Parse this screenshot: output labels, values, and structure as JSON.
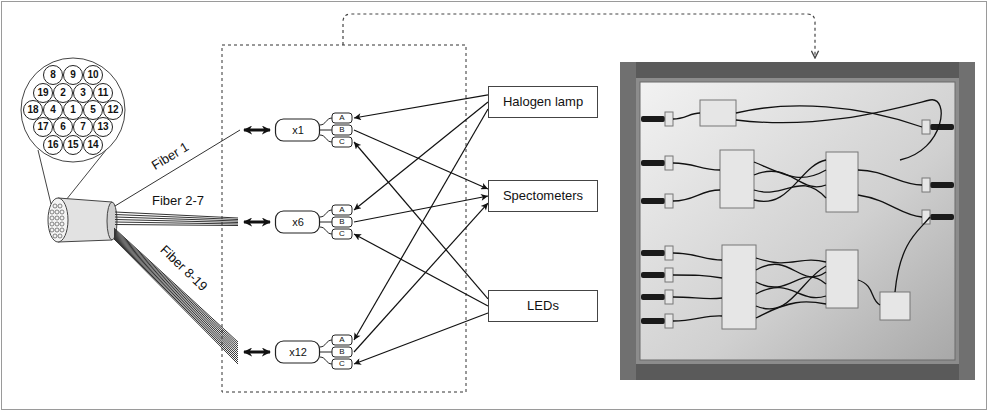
{
  "diagram": {
    "nodes": [
      {
        "text": [
          "8"
        ]
      },
      {
        "text": [
          "9"
        ]
      },
      {
        "text": [
          "10"
        ]
      },
      {
        "text": [
          "19"
        ]
      },
      {
        "text": [
          "2"
        ]
      },
      {
        "text": [
          "3"
        ]
      },
      {
        "text": [
          "11"
        ]
      },
      {
        "text": [
          "18"
        ]
      },
      {
        "text": [
          "4"
        ]
      },
      {
        "text": [
          "1"
        ]
      },
      {
        "text": [
          "5"
        ]
      },
      {
        "text": [
          "12"
        ]
      },
      {
        "text": [
          "17"
        ]
      },
      {
        "text": [
          "6"
        ]
      },
      {
        "text": [
          "7"
        ]
      },
      {
        "text": [
          "13"
        ]
      },
      {
        "text": [
          "16"
        ]
      },
      {
        "text": [
          "15"
        ]
      },
      {
        "text": [
          "14"
        ]
      },
      {
        "text": [
          "x1"
        ]
      },
      {
        "text": [
          "x6"
        ]
      },
      {
        "text": [
          "x12"
        ]
      },
      {
        "text": [
          "Halogen lamp"
        ]
      },
      {
        "text": [
          "Spectometers"
        ]
      },
      {
        "text": [
          "LEDs"
        ]
      }
    ],
    "edges": [
      {
        "from": 22,
        "to": 19,
        "arrow": "to"
      },
      {
        "from": 22,
        "to": 20,
        "arrow": "to"
      },
      {
        "from": 22,
        "to": 21,
        "arrow": "to"
      },
      {
        "from": 19,
        "to": 23,
        "arrow": "to"
      },
      {
        "from": 20,
        "to": 23,
        "arrow": "to"
      },
      {
        "from": 21,
        "to": 23,
        "arrow": "to"
      },
      {
        "from": 24,
        "to": 19,
        "arrow": "to"
      },
      {
        "from": 24,
        "to": 20,
        "arrow": "to"
      },
      {
        "from": 24,
        "to": 21,
        "arrow": "to"
      }
    ],
    "labels": [
      "Fiber 1",
      "Fiber 2-7",
      "Fiber 8-19",
      "A",
      "B",
      "C",
      "A",
      "B",
      "C",
      "A",
      "B",
      "C"
    ]
  }
}
